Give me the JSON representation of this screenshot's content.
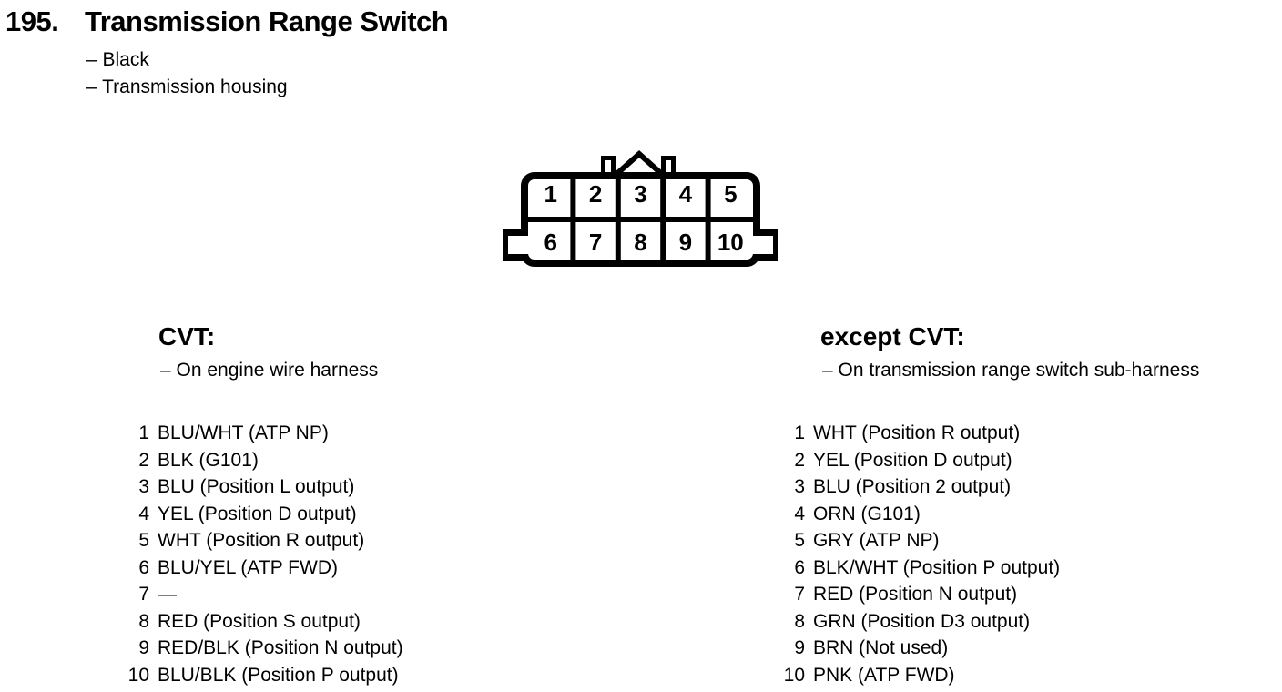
{
  "header": {
    "number": "195.",
    "title": "Transmission Range Switch",
    "bullets": [
      "– Black",
      "– Transmission housing"
    ]
  },
  "connector": {
    "row1": [
      "1",
      "2",
      "3",
      "4",
      "5"
    ],
    "row2": [
      "6",
      "7",
      "8",
      "9",
      "10"
    ],
    "outline_color": "#000000",
    "fill_color": "#ffffff"
  },
  "cvt": {
    "heading": "CVT:",
    "subheading": "– On engine wire harness",
    "pins": [
      {
        "pin": "1",
        "label": "BLU/WHT (ATP NP)"
      },
      {
        "pin": "2",
        "label": "BLK (G101)"
      },
      {
        "pin": "3",
        "label": "BLU (Position L output)"
      },
      {
        "pin": "4",
        "label": "YEL (Position D output)"
      },
      {
        "pin": "5",
        "label": "WHT (Position R output)"
      },
      {
        "pin": "6",
        "label": "BLU/YEL (ATP FWD)"
      },
      {
        "pin": "7",
        "label": "—"
      },
      {
        "pin": "8",
        "label": "RED (Position S output)"
      },
      {
        "pin": "9",
        "label": "RED/BLK (Position N output)"
      },
      {
        "pin": "10",
        "label": "BLU/BLK (Position P output)"
      }
    ]
  },
  "except_cvt": {
    "heading": "except CVT:",
    "subheading": "– On transmission range switch sub-harness",
    "pins": [
      {
        "pin": "1",
        "label": "WHT (Position R output)"
      },
      {
        "pin": "2",
        "label": "YEL (Position D output)"
      },
      {
        "pin": "3",
        "label": "BLU (Position 2 output)"
      },
      {
        "pin": "4",
        "label": "ORN (G101)"
      },
      {
        "pin": "5",
        "label": "GRY (ATP NP)"
      },
      {
        "pin": "6",
        "label": "BLK/WHT (Position P output)"
      },
      {
        "pin": "7",
        "label": "RED (Position N output)"
      },
      {
        "pin": "8",
        "label": "GRN (Position D3 output)"
      },
      {
        "pin": "9",
        "label": "BRN (Not used)"
      },
      {
        "pin": "10",
        "label": "PNK (ATP FWD)"
      }
    ]
  }
}
